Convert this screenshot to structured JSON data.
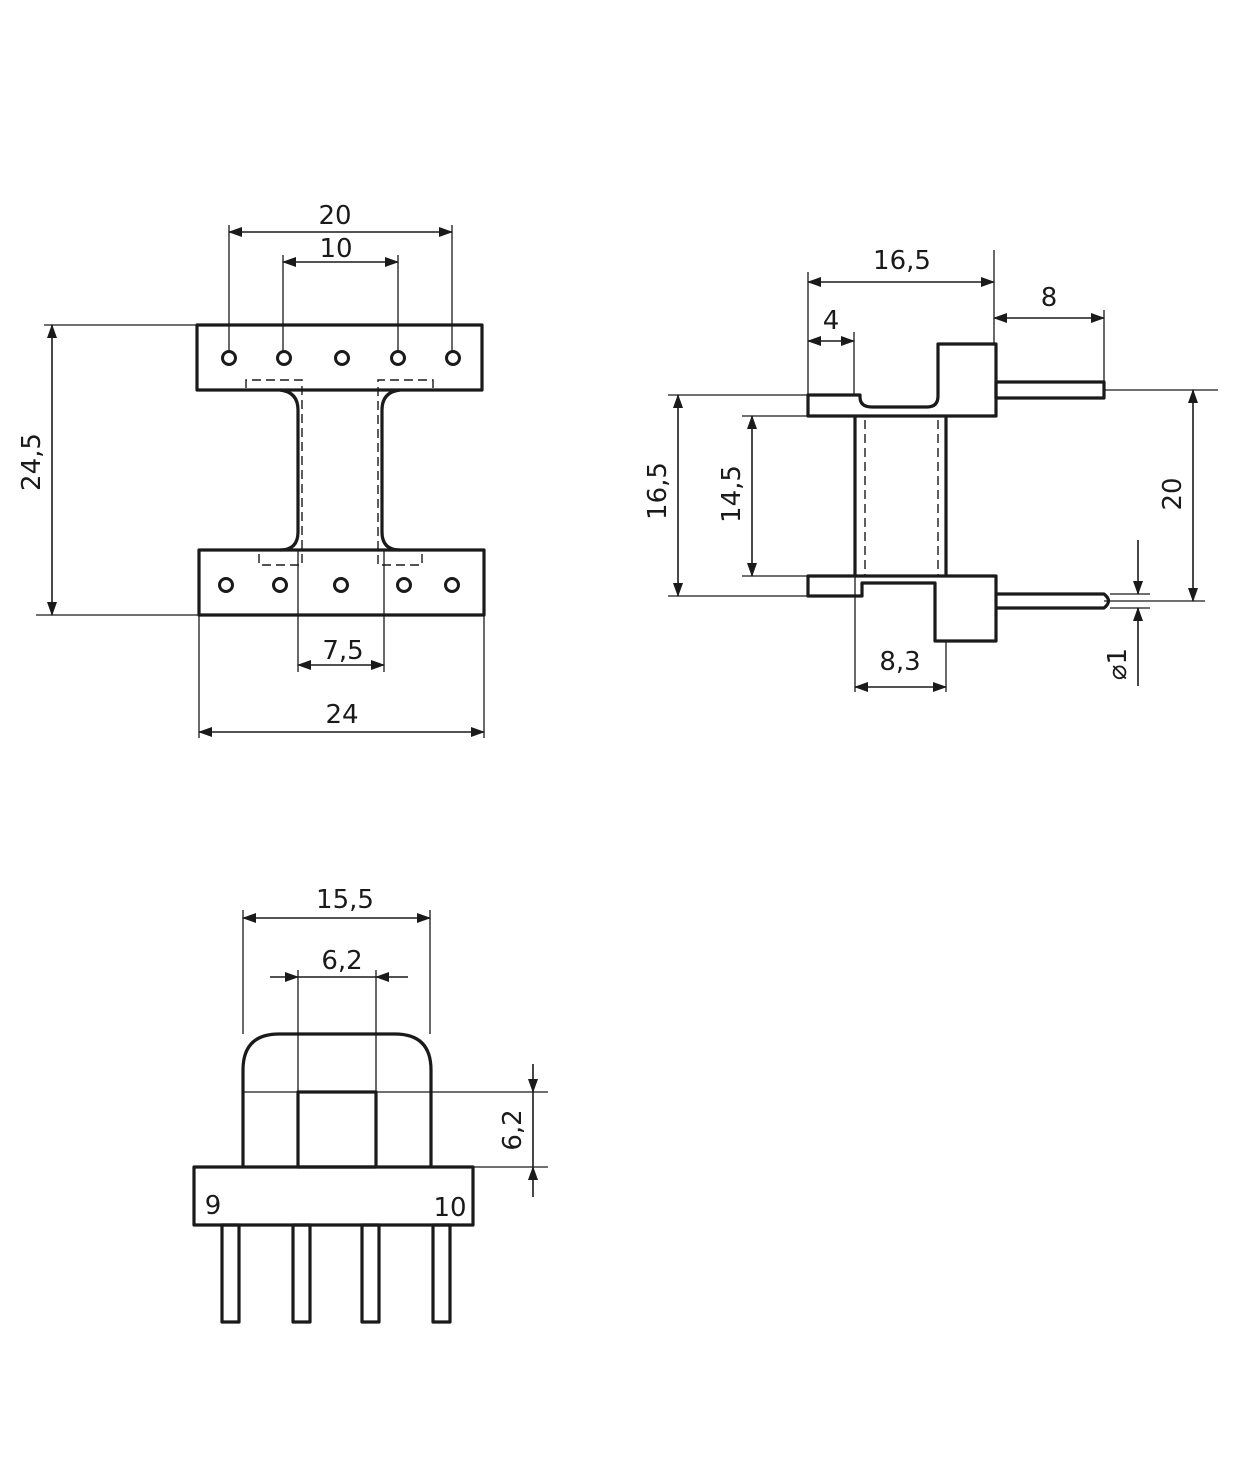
{
  "top_view": {
    "dims": {
      "pin_span_outer": "20",
      "pin_span_inner": "10",
      "height": "24,5",
      "core_width": "7,5",
      "width": "24"
    }
  },
  "side_view": {
    "dims": {
      "depth": "16,5",
      "pin_length": "8",
      "flange": "4",
      "outer_height": "16,5",
      "inner_height": "14,5",
      "pin_height": "20",
      "core_depth": "8,3",
      "pin_diameter": "⌀1"
    }
  },
  "front_view": {
    "dims": {
      "width": "15,5",
      "core_width": "6,2",
      "core_height": "6,2"
    },
    "pin_labels": {
      "left": "9",
      "right": "10"
    }
  },
  "colors": {
    "line": "#1a1a1a",
    "background": "#ffffff"
  }
}
